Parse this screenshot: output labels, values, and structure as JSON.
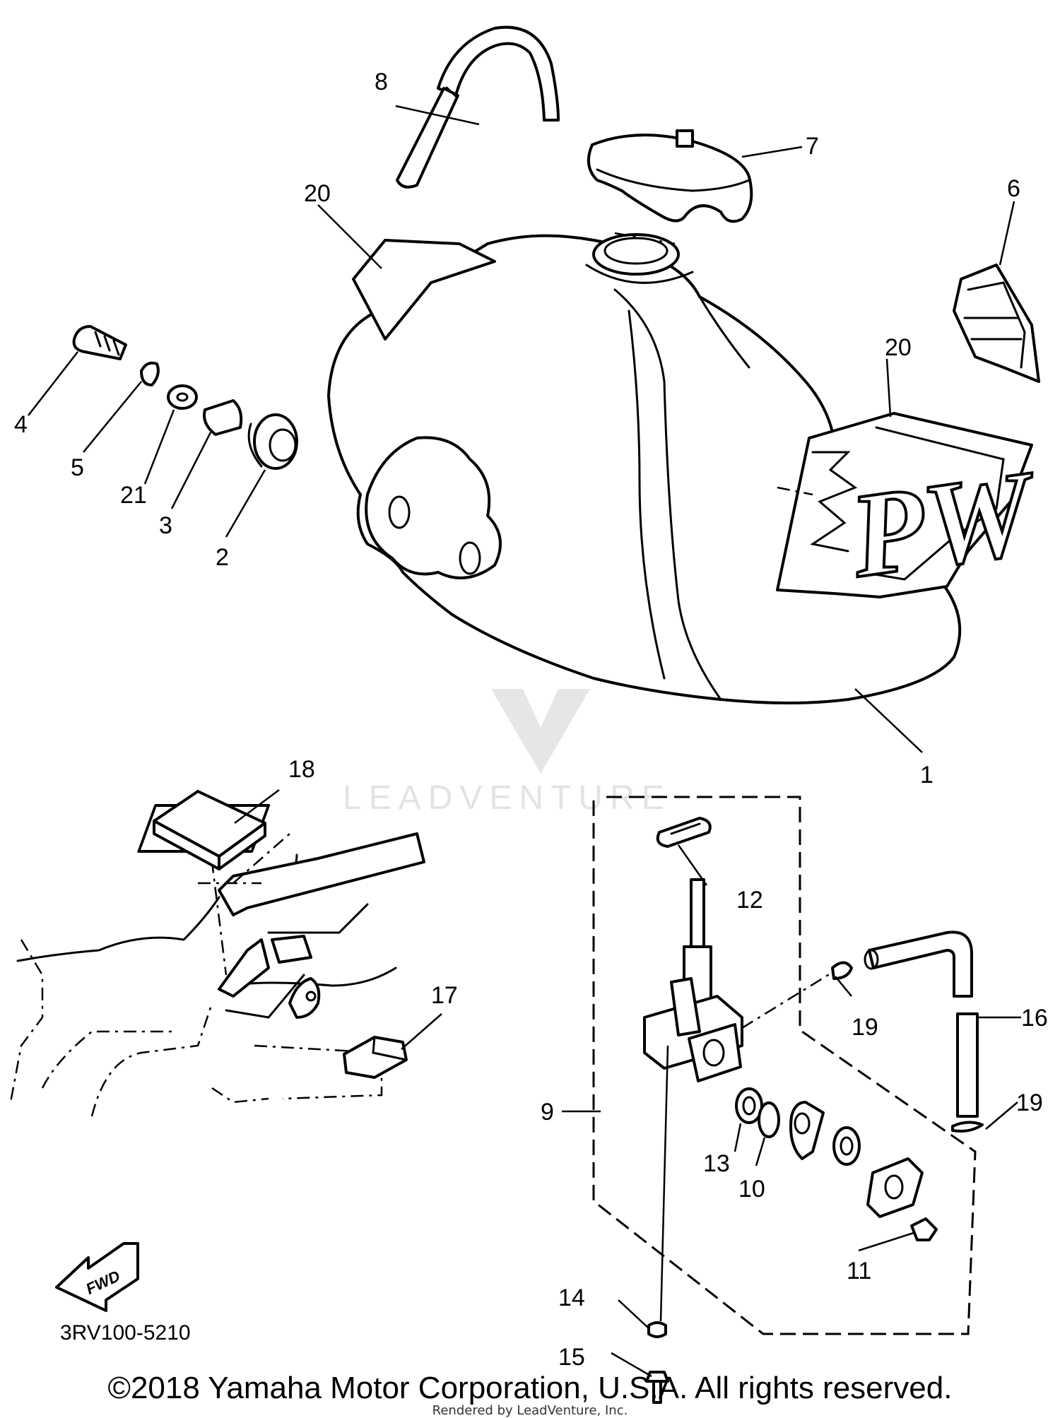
{
  "diagram": {
    "callouts": [
      {
        "id": "c1",
        "text": "1"
      },
      {
        "id": "c2",
        "text": "2"
      },
      {
        "id": "c3",
        "text": "3"
      },
      {
        "id": "c4",
        "text": "4"
      },
      {
        "id": "c5",
        "text": "5"
      },
      {
        "id": "c6",
        "text": "6"
      },
      {
        "id": "c7",
        "text": "7"
      },
      {
        "id": "c8",
        "text": "8"
      },
      {
        "id": "c9",
        "text": "9"
      },
      {
        "id": "c10",
        "text": "10"
      },
      {
        "id": "c11",
        "text": "11"
      },
      {
        "id": "c12",
        "text": "12"
      },
      {
        "id": "c13",
        "text": "13"
      },
      {
        "id": "c14",
        "text": "14"
      },
      {
        "id": "c15",
        "text": "15"
      },
      {
        "id": "c16",
        "text": "16"
      },
      {
        "id": "c17",
        "text": "17"
      },
      {
        "id": "c18",
        "text": "18"
      },
      {
        "id": "c19a",
        "text": "19"
      },
      {
        "id": "c19b",
        "text": "19"
      },
      {
        "id": "c20a",
        "text": "20"
      },
      {
        "id": "c20b",
        "text": "20"
      },
      {
        "id": "c21",
        "text": "21"
      }
    ],
    "decal_text": "PW",
    "fwd_label": "FWD",
    "code": "3RV100-5210",
    "watermark": "LEADVENTURE"
  },
  "footer": {
    "copyright": "©2018 Yamaha Motor Corporation, U.S.A. All rights reserved.",
    "rendered_by": "Rendered by LeadVenture, Inc."
  }
}
